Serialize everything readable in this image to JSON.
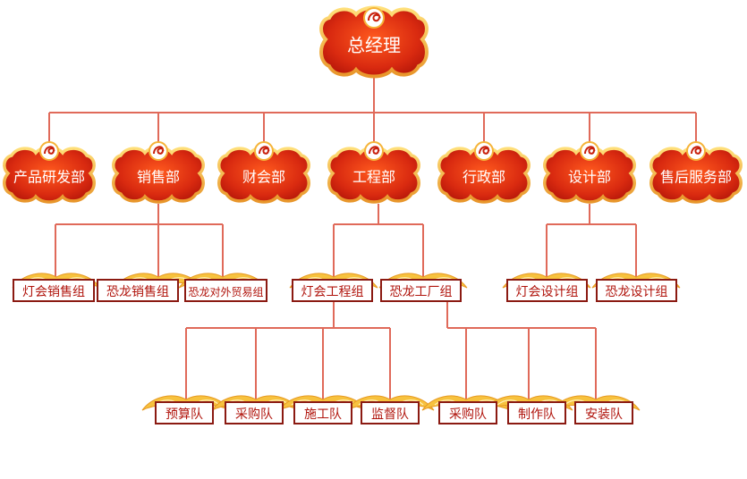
{
  "colors": {
    "line": "#e06a5a",
    "cloud_fill": "#d92a10",
    "cloud_rim": "#f5b338",
    "box_border": "#8b1a12",
    "box_text": "#b0140c"
  },
  "root": {
    "label": "总经理",
    "icon": "dragon-logo-icon"
  },
  "departments": [
    {
      "label": "产品研发部"
    },
    {
      "label": "销售部"
    },
    {
      "label": "财会部"
    },
    {
      "label": "工程部"
    },
    {
      "label": "行政部"
    },
    {
      "label": "设计部"
    },
    {
      "label": "售后服务部"
    }
  ],
  "groups": {
    "sales": [
      "灯会销售组",
      "恐龙销售组",
      "恐龙对外贸易组"
    ],
    "engineering": [
      "灯会工程组",
      "恐龙工厂组"
    ],
    "design": [
      "灯会设计组",
      "恐龙设计组"
    ]
  },
  "teams": {
    "lantern_engineering": [
      "预算队",
      "采购队",
      "施工队",
      "监督队"
    ],
    "dino_factory": [
      "采购队",
      "制作队",
      "安装队"
    ]
  }
}
